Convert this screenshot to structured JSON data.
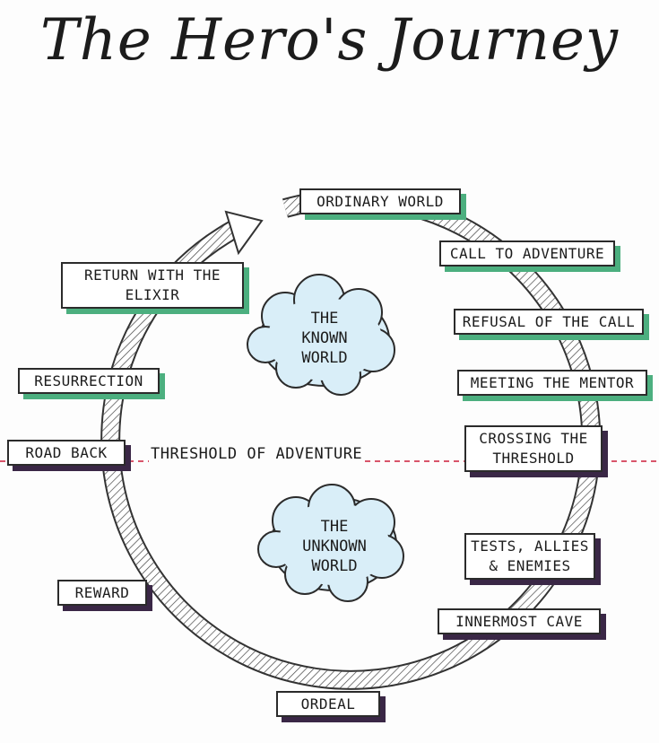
{
  "title": "The Hero's Journey",
  "colors": {
    "known_shadow": "#4caf7f",
    "unknown_shadow": "#3a2746",
    "cloud_fill": "#d9eef8",
    "threshold_line": "#d9556b"
  },
  "threshold_label": "THRESHOLD OF ADVENTURE",
  "known_world": {
    "line1": "THE",
    "line2": "KNOWN",
    "line3": "WORLD"
  },
  "unknown_world": {
    "line1": "THE",
    "line2": "UNKNOWN",
    "line3": "WORLD"
  },
  "stages": {
    "ordinary_world": "ORDINARY WORLD",
    "call_to_adventure": "CALL TO ADVENTURE",
    "refusal_of_the_call": "REFUSAL OF THE CALL",
    "meeting_the_mentor": "MEETING THE MENTOR",
    "crossing_the_threshold_1": "CROSSING THE",
    "crossing_the_threshold_2": "THRESHOLD",
    "tests_allies_enemies_1": "TESTS, ALLIES",
    "tests_allies_enemies_2": "& ENEMIES",
    "innermost_cave": "INNERMOST CAVE",
    "ordeal": "ORDEAL",
    "reward": "REWARD",
    "road_back": "ROAD BACK",
    "resurrection": "RESURRECTION",
    "return_with_elixir_1": "RETURN WITH THE",
    "return_with_elixir_2": "ELIXIR"
  }
}
